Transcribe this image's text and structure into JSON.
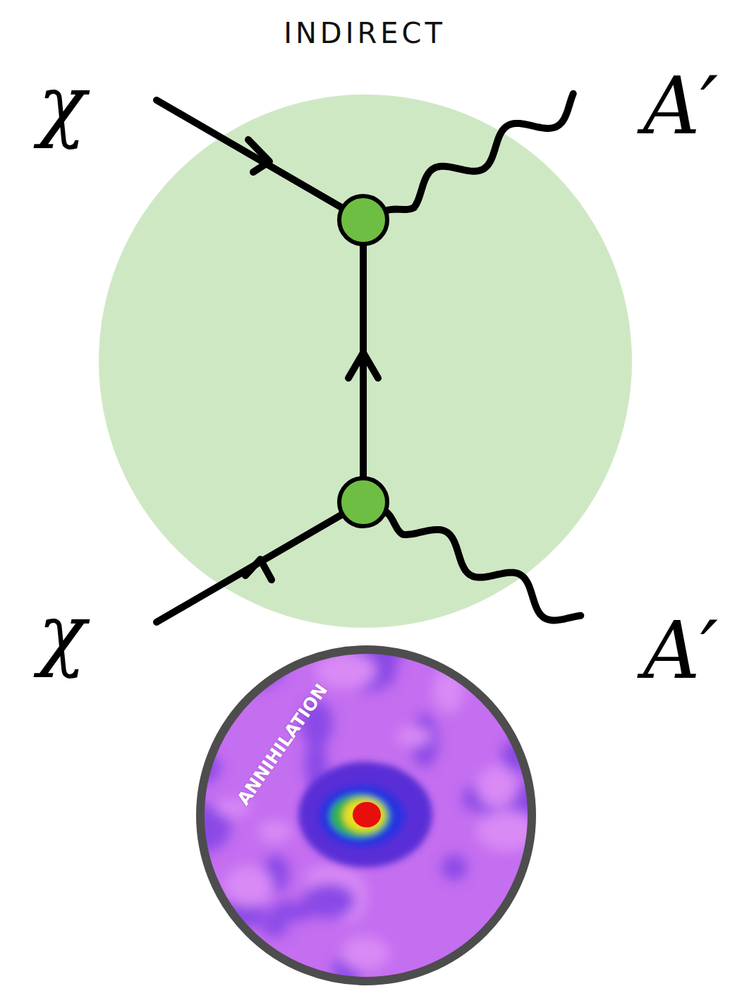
{
  "diagram": {
    "title": "INDIRECT",
    "nodes": [
      {
        "text": [
          "ANNIHILATION"
        ]
      }
    ],
    "labels": [
      "χ",
      "A′",
      "χ",
      "A′"
    ]
  }
}
